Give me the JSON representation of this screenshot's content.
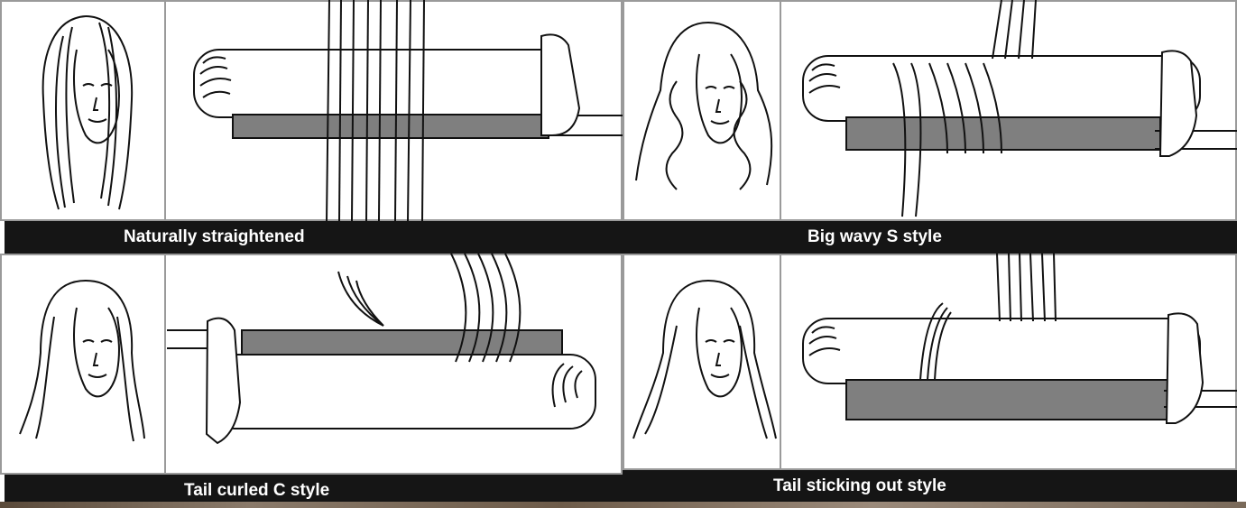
{
  "panels": [
    {
      "id": "naturally-straightened",
      "caption": "Naturally straightened"
    },
    {
      "id": "big-wavy-s-style",
      "caption": "Big wavy S style"
    },
    {
      "id": "tail-curled-c-style",
      "caption": "Tail curled C style"
    },
    {
      "id": "tail-sticking-out-style",
      "caption": "Tail sticking out style"
    }
  ],
  "colors": {
    "caption_bg": "#151515",
    "caption_text": "#ffffff",
    "plate": "#7f7f7f",
    "line": "#111111",
    "frame": "#9a9a9a"
  },
  "icons": [
    "woman-face-icon",
    "hair-straightener-icon"
  ]
}
